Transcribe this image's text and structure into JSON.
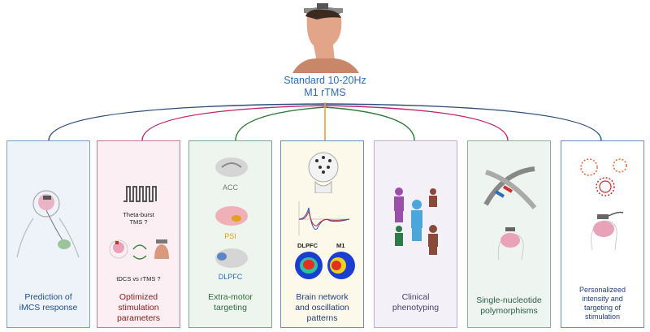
{
  "header": {
    "title_line1": "Standard 10-20Hz",
    "title_line2": "M1 rTMS",
    "title_color": "#2e6db4"
  },
  "panels": [
    {
      "label": [
        "Prediction of",
        "iMCS response"
      ],
      "border": "#7ea0c4",
      "bg": "#eef3f9",
      "text": "#1f4e8c"
    },
    {
      "label": [
        "Optimized",
        "stimulation",
        "parameters"
      ],
      "border": "#c97a9a",
      "bg": "#fbeff3",
      "text": "#8b1a1a",
      "sublabels": {
        "burst": [
          "Theta-burst",
          "TMS ?"
        ],
        "compare": "tDCS vs rTMS ?"
      }
    },
    {
      "label": [
        "Extra-motor",
        "targeting"
      ],
      "border": "#7ea88e",
      "bg": "#eef5ef",
      "text": "#2e6b3e",
      "sublabels": {
        "acc": "ACC",
        "psi": "PSI",
        "dlpfc": "DLPFC"
      },
      "sublabel_colors": {
        "acc": "#777777",
        "psi": "#e0a020",
        "dlpfc": "#2e6db4"
      }
    },
    {
      "label": [
        "Brain network",
        "and oscillation",
        "patterns"
      ],
      "border": "#6f90bd",
      "bg": "#fdf9ea",
      "text": "#1f3e7a",
      "sublabels": {
        "dlpfc": "DLPFC",
        "m1": "M1"
      }
    },
    {
      "label": [
        "Clinical",
        "phenotyping"
      ],
      "border": "#b8aed0",
      "bg": "#f3f0f8",
      "text": "#4a3f74"
    },
    {
      "label": [
        "Single-nucleotide",
        "polymorphisms"
      ],
      "border": "#8fb09a",
      "bg": "#eef5f0",
      "text": "#2e5e48"
    },
    {
      "label": [
        "Personalizeed",
        "intensity and",
        "targeting of",
        "stimulation"
      ],
      "border": "#6f90bd",
      "bg": "#ffffff",
      "text": "#1f3e7a"
    }
  ],
  "connector_colors": [
    "#2a4d7c",
    "#c0246f",
    "#2d7a3a",
    "#f0a030",
    "#c0246f",
    "#1e5e4e",
    "#2a4d7c"
  ]
}
